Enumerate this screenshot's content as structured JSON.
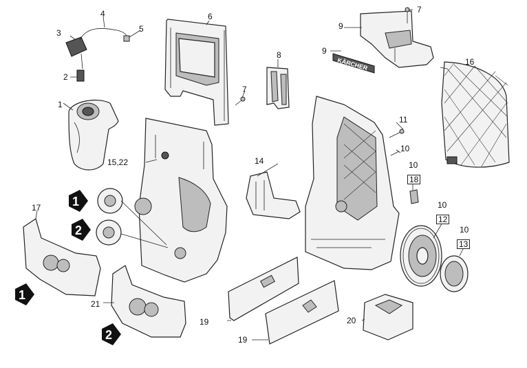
{
  "labels": {
    "l1": "1",
    "l2": "2",
    "l3": "3",
    "l4": "4",
    "l5": "5",
    "l6": "6",
    "l7a": "7",
    "l7b": "7",
    "l8": "8",
    "l9a": "9",
    "l9b": "9",
    "l10a": "10",
    "l10b": "10",
    "l10c": "10",
    "l10d": "10",
    "l11": "11",
    "l12": "12",
    "l13": "13",
    "l14": "14",
    "l1522": "15,22",
    "l16": "16",
    "l17": "17",
    "l18": "18",
    "l19a": "19",
    "l19b": "19",
    "l20": "20",
    "l21": "21"
  },
  "badges": {
    "b1_top": "1",
    "b2_top": "2",
    "b1_bottom": "1",
    "b2_bottom": "2"
  },
  "logo_text": "KÄRCHER"
}
